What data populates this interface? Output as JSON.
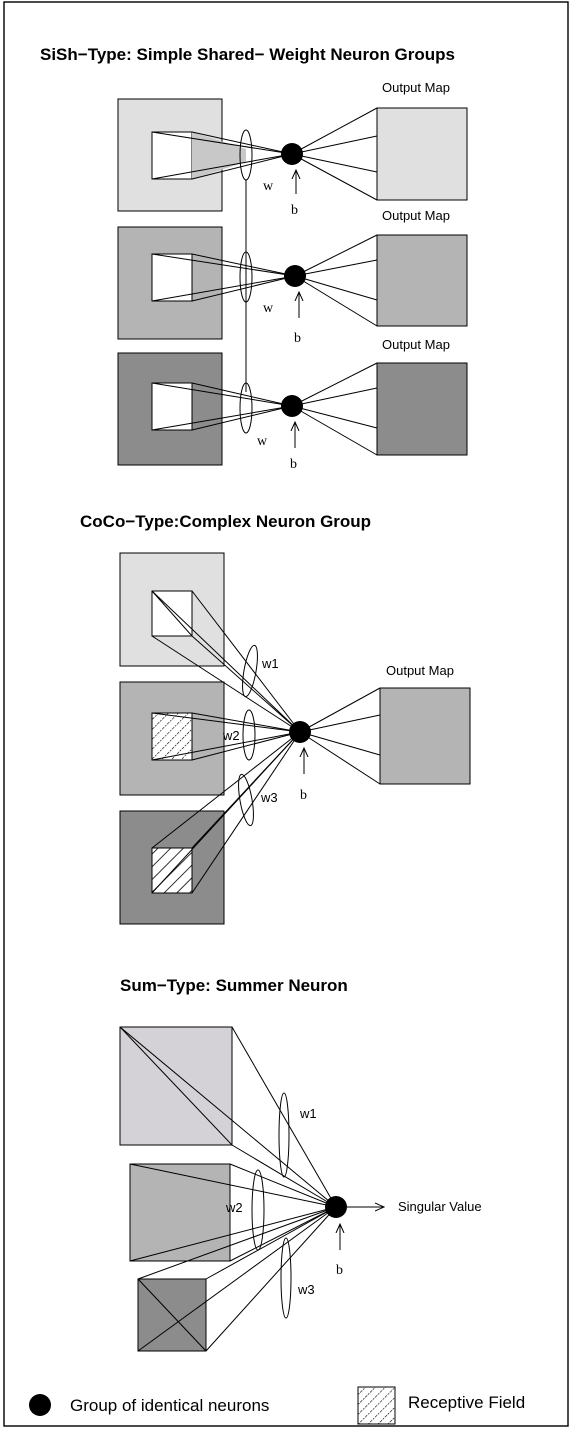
{
  "titles": {
    "sish": "SiSh−Type: Simple Shared− Weight Neuron Groups",
    "coco": "CoCo−Type:Complex Neuron Group",
    "sum": "Sum−Type: Summer Neuron"
  },
  "labels": {
    "output_map": "Output Map",
    "w": "w",
    "b": "b",
    "w1": "w1",
    "w2": "w2",
    "w3": "w3",
    "singular_value": "Singular Value"
  },
  "legend": {
    "neuron": "Group of identical neurons",
    "receptive_field": "Receptive Field"
  },
  "colors": {
    "light_gray": "#e0e0e0",
    "mid_gray": "#b4b4b4",
    "dark_gray": "#8c8c8c",
    "sum_light": "#d4d2d6",
    "line": "#000000"
  }
}
